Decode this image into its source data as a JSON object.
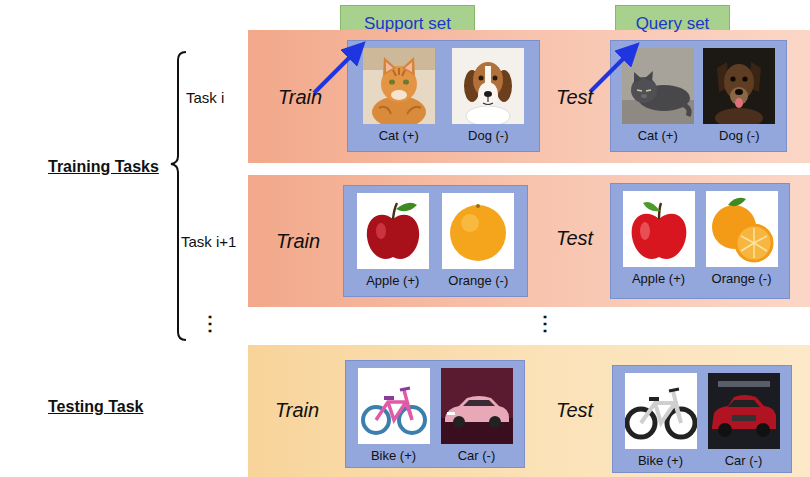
{
  "diagram": {
    "nodes": [
      {
        "text": [
          "Support set"
        ]
      },
      {
        "text": [
          "Query set"
        ]
      },
      {
        "text": [
          "Train",
          "Test"
        ]
      },
      {
        "text": [
          "Cat (+)",
          "Dog (-)"
        ],
        "in": 2
      },
      {
        "text": [
          "Cat (+)",
          "Dog (-)"
        ],
        "in": 2
      },
      {
        "text": [
          "Train",
          "Test"
        ]
      },
      {
        "text": [
          "Apple (+)",
          "Orange (-)"
        ],
        "in": 5
      },
      {
        "text": [
          "Apple (+)",
          "Orange (-)"
        ],
        "in": 5
      },
      {
        "text": [
          "Train",
          "Test"
        ]
      },
      {
        "text": [
          "Bike (+)",
          "Car (-)"
        ],
        "in": 8
      },
      {
        "text": [
          "Bike (+)",
          "Car (-)"
        ],
        "in": 8
      }
    ],
    "labels": [
      "Training Tasks",
      "Task i",
      "Task i+1",
      "⋮",
      "⋮",
      "Testing Task"
    ]
  }
}
